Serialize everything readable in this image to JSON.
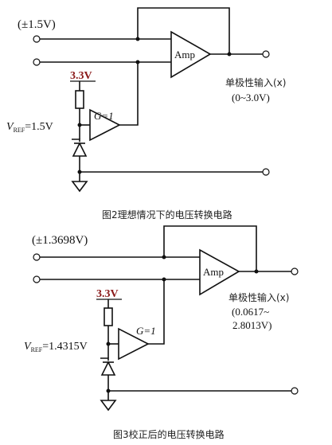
{
  "figure_a": {
    "top_voltage": "(±1.5V)",
    "amp_label": "Amp",
    "supply_label": "3.3V",
    "gain_label": "G=1",
    "vref_label_v": "V",
    "vref_sub": "REF",
    "vref_value": "=1.5V",
    "output_line1": "单极性输入(x)",
    "output_line2": "(0~3.0V)",
    "caption": "图2理想情况下的电压转换电路"
  },
  "figure_b": {
    "top_voltage": "(±1.3698V)",
    "amp_label": "Amp",
    "supply_label": "3.3V",
    "gain_label": "G=1",
    "vref_label_v": "V",
    "vref_sub": "REF",
    "vref_value": "=1.4315V",
    "output_line1": "单极性输入(x)",
    "output_line2": "(0.0617~",
    "output_line3": "2.8013V)",
    "caption": "图3校正后的电压转换电路"
  }
}
